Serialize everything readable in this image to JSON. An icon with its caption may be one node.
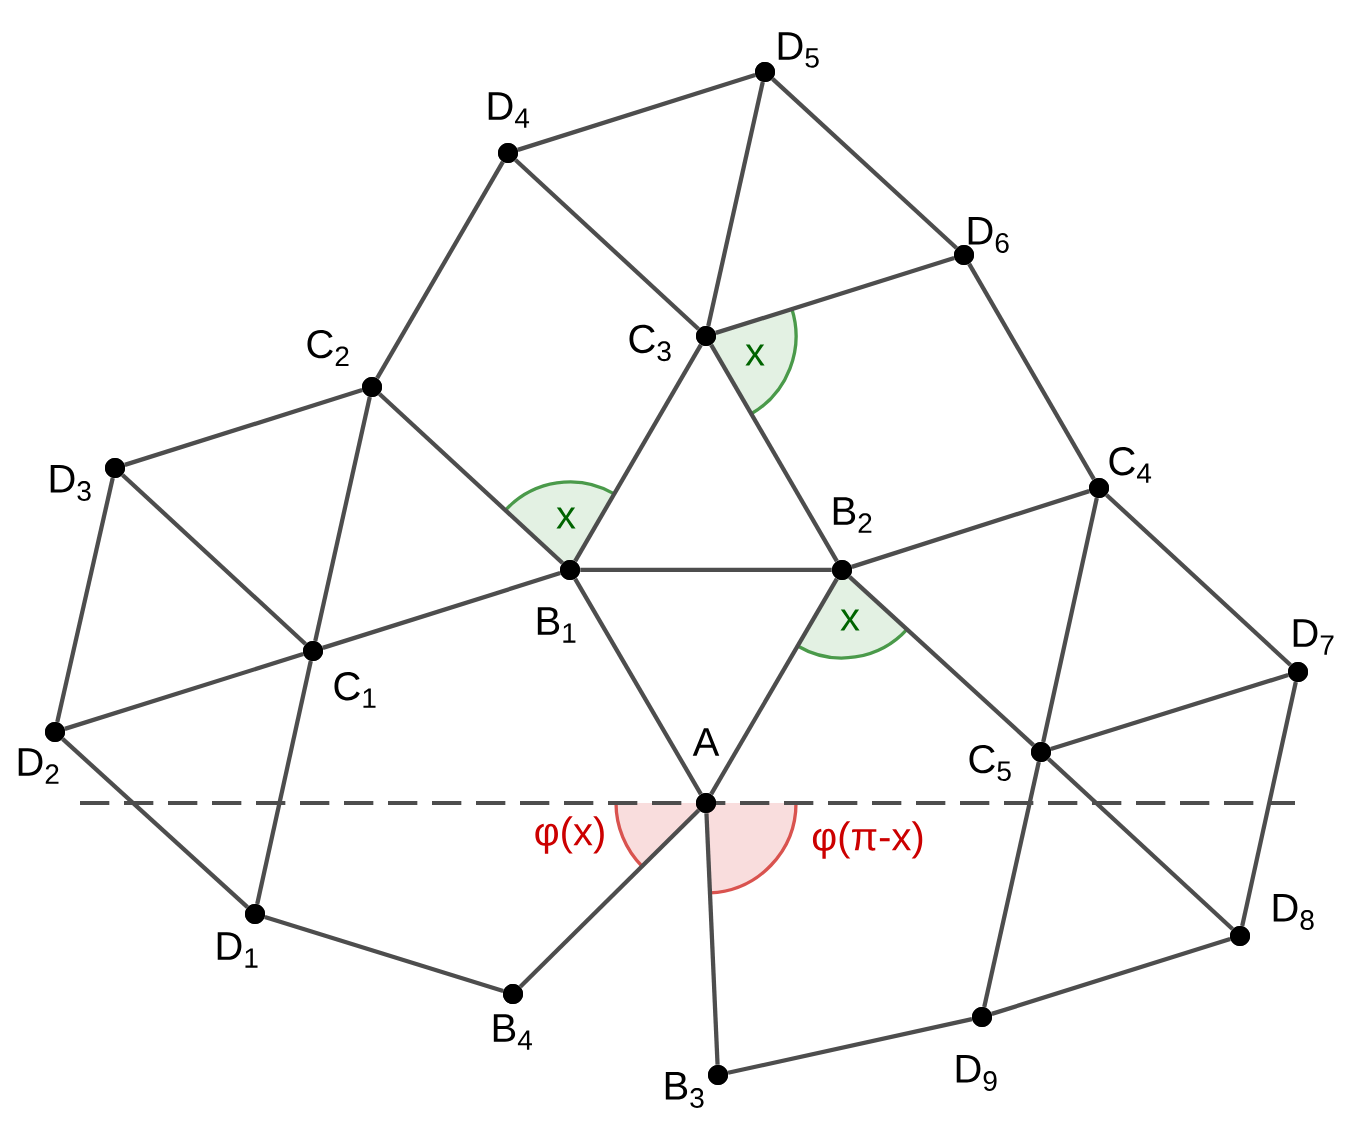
{
  "diagram": {
    "nodes": [
      {
        "text": [],
        "shape": "circle",
        "beside": [
          "A"
        ]
      },
      {
        "text": [],
        "shape": "circle",
        "beside": [
          "B$_{1}$"
        ]
      },
      {
        "text": [],
        "shape": "circle",
        "beside": [
          "B$_{2}$"
        ]
      },
      {
        "text": [],
        "shape": "circle",
        "beside": [
          "B$_{3}$"
        ]
      },
      {
        "text": [],
        "shape": "circle",
        "beside": [
          "B$_{4}$"
        ]
      },
      {
        "text": [],
        "shape": "circle",
        "beside": [
          "C$_{1}$"
        ]
      },
      {
        "text": [],
        "shape": "circle",
        "beside": [
          "C$_{2}$"
        ]
      },
      {
        "text": [],
        "shape": "circle",
        "beside": [
          "C$_{3}$"
        ]
      },
      {
        "text": [],
        "shape": "circle",
        "beside": [
          "C$_{4}$"
        ]
      },
      {
        "text": [],
        "shape": "circle",
        "beside": [
          "C$_{5}$"
        ]
      },
      {
        "text": [],
        "shape": "circle",
        "beside": [
          "D$_{1}$"
        ]
      },
      {
        "text": [],
        "shape": "circle",
        "beside": [
          "D$_{2}$"
        ]
      },
      {
        "text": [],
        "shape": "circle",
        "beside": [
          "D$_{3}$"
        ]
      },
      {
        "text": [],
        "shape": "circle",
        "beside": [
          "D$_{4}$"
        ]
      },
      {
        "text": [],
        "shape": "circle",
        "beside": [
          "D$_{5}$"
        ]
      },
      {
        "text": [],
        "shape": "circle",
        "beside": [
          "D$_{6}$"
        ]
      },
      {
        "text": [],
        "shape": "circle",
        "beside": [
          "D$_{7}$"
        ]
      },
      {
        "text": [],
        "shape": "circle",
        "beside": [
          "D$_{8}$"
        ]
      },
      {
        "text": [],
        "shape": "circle",
        "beside": [
          "D$_{9}$"
        ]
      }
    ],
    "edges": [
      {
        "from": 0,
        "to": 1,
        "arrow": "none"
      },
      {
        "from": 0,
        "to": 2,
        "arrow": "none"
      },
      {
        "from": 0,
        "to": 3,
        "arrow": "none"
      },
      {
        "from": 0,
        "to": 4,
        "arrow": "none"
      },
      {
        "from": 1,
        "to": 2,
        "arrow": "none"
      },
      {
        "from": 1,
        "to": 7,
        "arrow": "none"
      },
      {
        "from": 2,
        "to": 7,
        "arrow": "none"
      },
      {
        "from": 1,
        "to": 6,
        "arrow": "none"
      },
      {
        "from": 1,
        "to": 5,
        "arrow": "none"
      },
      {
        "from": 2,
        "to": 8,
        "arrow": "none"
      },
      {
        "from": 2,
        "to": 9,
        "arrow": "none"
      },
      {
        "from": 5,
        "to": 6,
        "arrow": "none"
      },
      {
        "from": 5,
        "to": 12,
        "arrow": "none"
      },
      {
        "from": 5,
        "to": 11,
        "arrow": "none"
      },
      {
        "from": 5,
        "to": 10,
        "arrow": "none"
      },
      {
        "from": 6,
        "to": 12,
        "arrow": "none"
      },
      {
        "from": 6,
        "to": 13,
        "arrow": "none"
      },
      {
        "from": 11,
        "to": 12,
        "arrow": "none"
      },
      {
        "from": 11,
        "to": 10,
        "arrow": "none"
      },
      {
        "from": 10,
        "to": 4,
        "arrow": "none"
      },
      {
        "from": 7,
        "to": 13,
        "arrow": "none"
      },
      {
        "from": 7,
        "to": 14,
        "arrow": "none"
      },
      {
        "from": 7,
        "to": 15,
        "arrow": "none"
      },
      {
        "from": 13,
        "to": 14,
        "arrow": "none"
      },
      {
        "from": 14,
        "to": 15,
        "arrow": "none"
      },
      {
        "from": 15,
        "to": 8,
        "arrow": "none"
      },
      {
        "from": 8,
        "to": 9,
        "arrow": "none"
      },
      {
        "from": 8,
        "to": 16,
        "arrow": "none"
      },
      {
        "from": 9,
        "to": 16,
        "arrow": "none"
      },
      {
        "from": 9,
        "to": 17,
        "arrow": "none"
      },
      {
        "from": 9,
        "to": 18,
        "arrow": "none"
      },
      {
        "from": 16,
        "to": 17,
        "arrow": "none"
      },
      {
        "from": 17,
        "to": 18,
        "arrow": "none"
      },
      {
        "from": 18,
        "to": 3,
        "arrow": "none"
      }
    ],
    "labels": [
      "x",
      "x",
      "x",
      "φ(x)",
      "φ(π-x)"
    ]
  }
}
